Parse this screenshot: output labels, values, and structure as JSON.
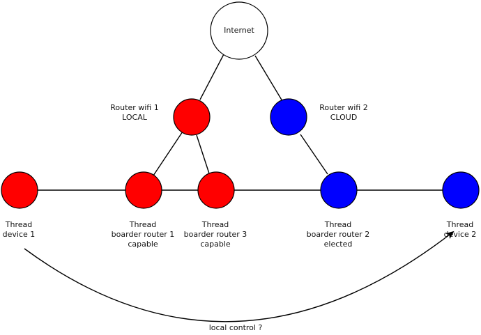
{
  "nodes": {
    "internet": {
      "label": "Internet",
      "color": "#ffffff"
    },
    "router_wifi_1": {
      "line1": "Router wifi 1",
      "line2": "LOCAL",
      "color": "#ff0000"
    },
    "router_wifi_2": {
      "line1": "Router wifi 2",
      "line2": "CLOUD",
      "color": "#0000ff"
    },
    "thread_device_1": {
      "line1": "Thread",
      "line2": "device 1",
      "color": "#ff0000"
    },
    "boarder_router_1": {
      "line1": "Thread",
      "line2": "boarder router 1",
      "line3": "capable",
      "color": "#ff0000"
    },
    "boarder_router_3": {
      "line1": "Thread",
      "line2": "boarder router 3",
      "line3": "capable",
      "color": "#ff0000"
    },
    "boarder_router_2": {
      "line1": "Thread",
      "line2": "boarder router 2",
      "line3": "elected",
      "color": "#0000ff"
    },
    "thread_device_2": {
      "line1": "Thread",
      "line2": "device 2",
      "color": "#0000ff"
    }
  },
  "arrow": {
    "label": "local control ?"
  }
}
